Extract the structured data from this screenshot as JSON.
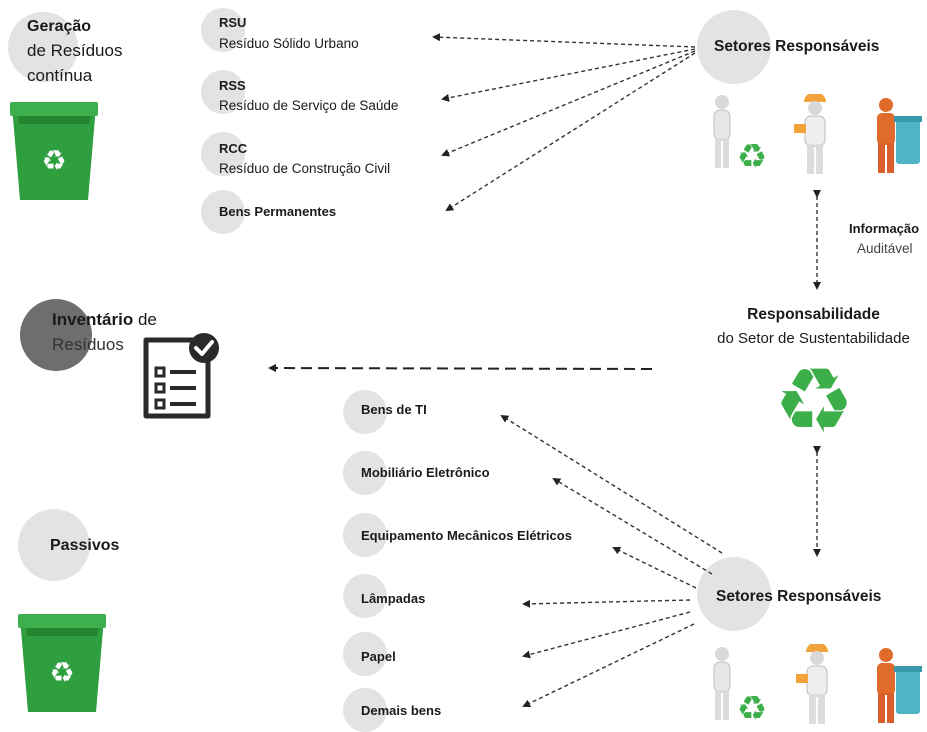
{
  "geracao": {
    "title": "Geração",
    "line2": "de Resíduos",
    "line3": "contínua"
  },
  "inventario": {
    "title": "Inventário",
    "suffix": " de",
    "line2": "Resíduos"
  },
  "passivos": {
    "title": "Passivos"
  },
  "setores_top": {
    "title": "Setores Responsáveis"
  },
  "setores_bottom": {
    "title": "Setores Responsáveis"
  },
  "informacao": {
    "line1": "Informação",
    "line2": "Auditável"
  },
  "responsabilidade": {
    "title": "Responsabilidade",
    "subtitle": "do Setor de Sustentabilidade"
  },
  "top_items": [
    {
      "code": "RSU",
      "desc": "Resíduo Sólido Urbano"
    },
    {
      "code": "RSS",
      "desc": "Resíduo de Serviço de Saúde"
    },
    {
      "code": "RCC",
      "desc": "Resíduo de Construção Civil"
    },
    {
      "code": "Bens Permanentes",
      "desc": ""
    }
  ],
  "bottom_items": [
    {
      "label": "Bens de TI"
    },
    {
      "label": "Mobiliário Eletrônico"
    },
    {
      "label": "Equipamento Mecânicos Elétricos"
    },
    {
      "label": "Lâmpadas"
    },
    {
      "label": "Papel"
    },
    {
      "label": "Demais bens"
    }
  ],
  "colors": {
    "bin_green": "#2e9e3e",
    "recycle_green": "#3cae4a",
    "circle_gray": "#e3e3e3",
    "circle_dark": "#6e6e6e"
  },
  "icons": [
    "recycle-bin-icon",
    "checklist-icon",
    "recycle-icon",
    "worker-figure-icon"
  ]
}
